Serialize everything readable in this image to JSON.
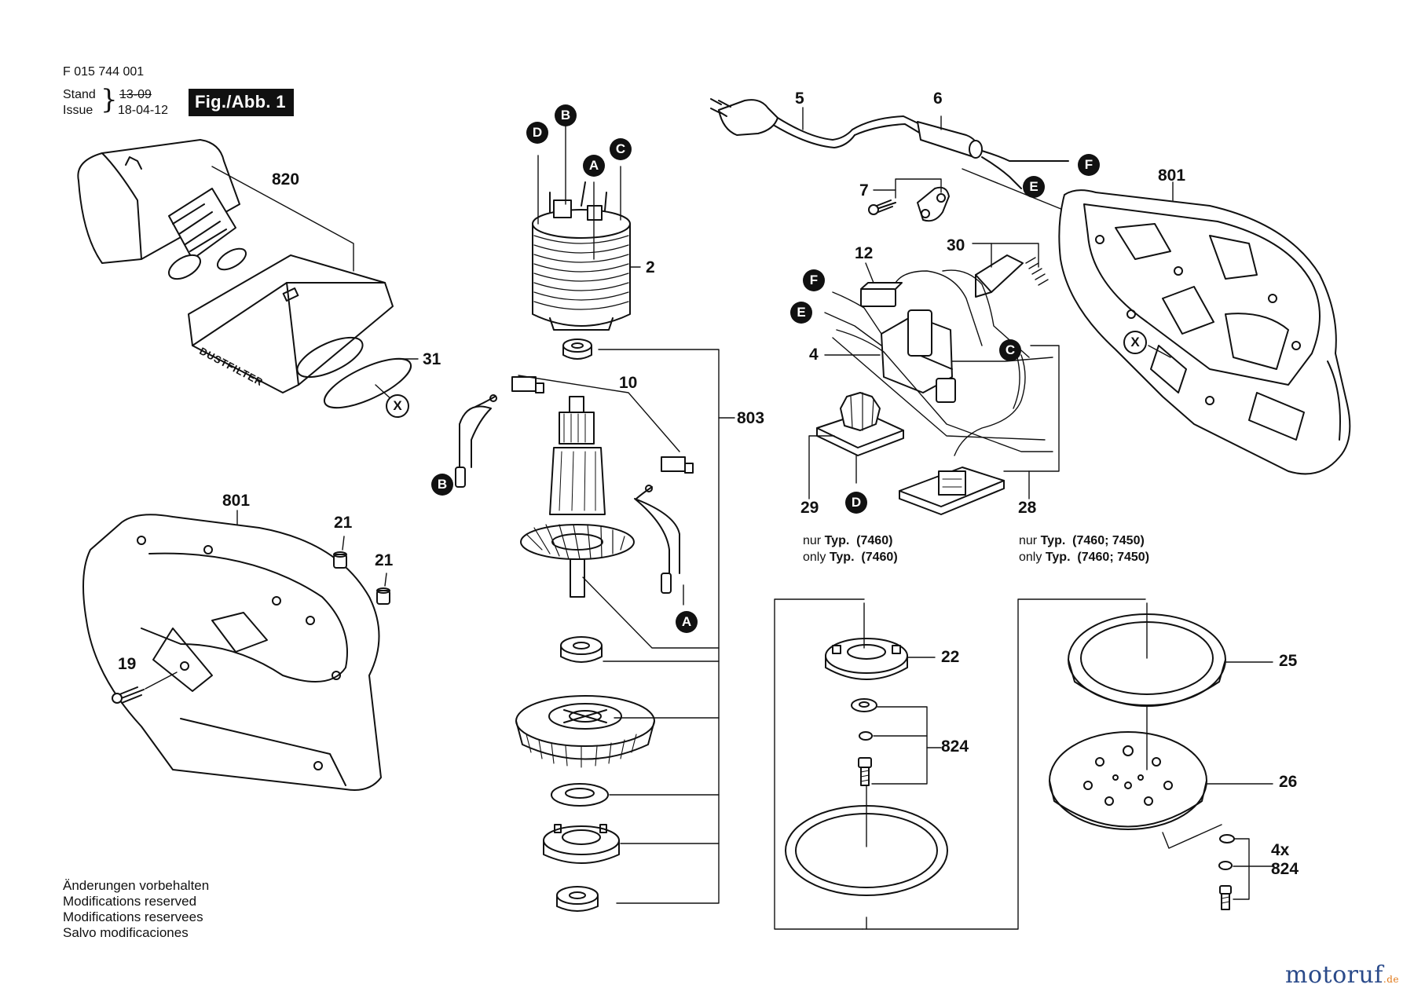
{
  "header": {
    "doc_number": "F 015 744 001",
    "stand_label": "Stand",
    "issue_label": "Issue",
    "date_old": "13-09",
    "date_new": "18-04-12",
    "fig_label": "Fig./Abb. 1"
  },
  "parts": {
    "p820": "820",
    "p31": "31",
    "p801a": "801",
    "p21a": "21",
    "p21b": "21",
    "p19": "19",
    "p2": "2",
    "p10": "10",
    "p803": "803",
    "p5": "5",
    "p6": "6",
    "p7": "7",
    "p801b": "801",
    "p12": "12",
    "p30": "30",
    "p4": "4",
    "p29": "29",
    "p28": "28",
    "p22": "22",
    "p824a": "824",
    "p25": "25",
    "p26": "26",
    "p4x": "4x",
    "p824b": "824"
  },
  "markers": {
    "A": "A",
    "B": "B",
    "C": "C",
    "D": "D",
    "E": "E",
    "F": "F",
    "X": "X"
  },
  "notes": {
    "nur": "nur",
    "only": "only",
    "typ": "Typ.",
    "v29": "(7460)",
    "v28": "(7460; 7450)"
  },
  "dustfilter_text": "DUSTFILTER",
  "footer": {
    "line1": "Änderungen vorbehalten",
    "line2": "Modifications reserved",
    "line3": "Modifications reservees",
    "line4": "Salvo modificaciones"
  },
  "watermark": {
    "main": "motoruf",
    "tld": ".de"
  },
  "colors": {
    "ink": "#111111",
    "logo_blue": "#2a4a8a",
    "logo_orange": "#e07818"
  }
}
